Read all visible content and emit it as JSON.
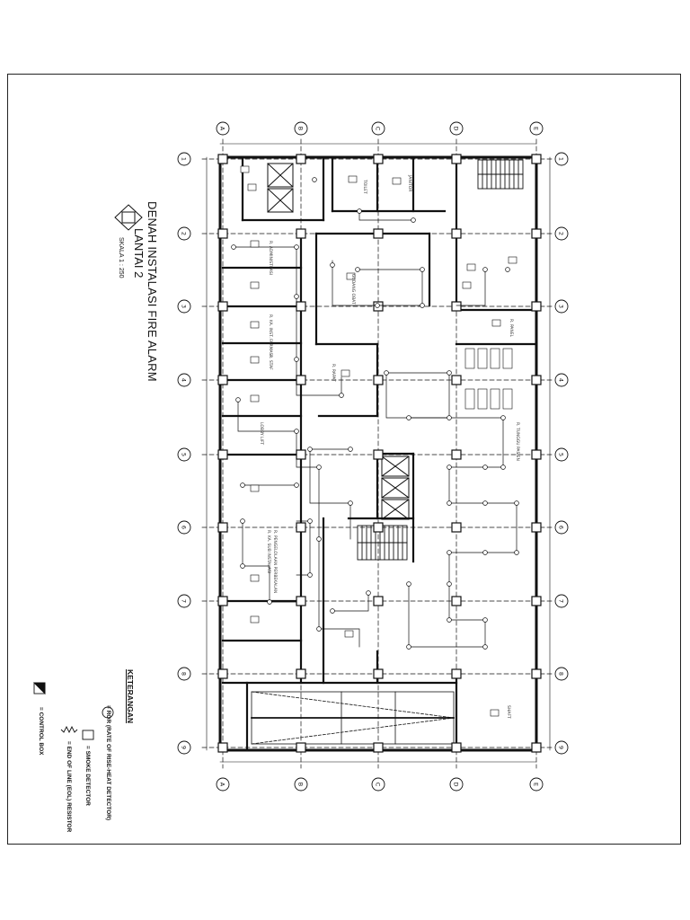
{
  "title": {
    "line1": "DENAH INSTALASI FIRE ALARM",
    "line2": "LANTAI 2",
    "scale": "SKALA 1 : 250"
  },
  "legend": {
    "heading": "KETERANGAN",
    "items": [
      {
        "icon": "ror-heat-detector-icon",
        "text": "= ROR (RATE OF RISE-HEAT DETECTOR)"
      },
      {
        "icon": "smoke-detector-icon",
        "text": "= SMOKE DETECTOR"
      },
      {
        "icon": "eol-resistor-icon",
        "text": "= END OF LINE (EOL) RESISTOR"
      },
      {
        "icon": "control-box-icon",
        "text": "= CONTROL BOX"
      }
    ]
  },
  "grid": {
    "columns": [
      "A",
      "B",
      "C",
      "D",
      "E"
    ],
    "rows": [
      "1",
      "2",
      "3",
      "4",
      "5",
      "6",
      "7",
      "8",
      "9"
    ]
  },
  "rooms": [
    {
      "label": "GUDANG OBAT"
    },
    {
      "label": "R. RAPAT"
    },
    {
      "label": "R. KA. INST. FARMASI"
    },
    {
      "label": "R. ADMINISTRASI"
    },
    {
      "label": "R. PENGELOLAAN PERBEKALAN"
    },
    {
      "label": "R. KA. SUB INSTALASI"
    },
    {
      "label": "R. STAF"
    },
    {
      "label": "R. TUNGGU PASIEN"
    },
    {
      "label": "LOBBY LIFT"
    },
    {
      "label": "TOILET"
    },
    {
      "label": "JANITOR"
    },
    {
      "label": "R. PANEL"
    },
    {
      "label": "SHAFT"
    }
  ]
}
